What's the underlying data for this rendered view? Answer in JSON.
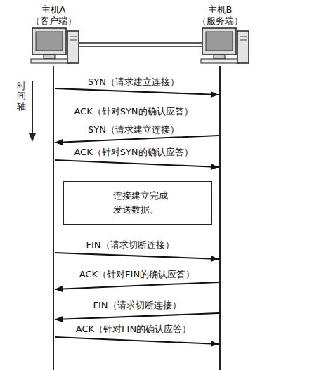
{
  "diagram": {
    "nodes": [
      {
        "text": [
          "主机A （客户端）"
        ]
      },
      {
        "text": [
          "主机B （服务端）"
        ]
      },
      {
        "text": [
          "连接建立完成 发送数据。"
        ]
      }
    ],
    "edges": [
      {
        "from": 0,
        "to": 1,
        "arrow": "to",
        "label": "SYN（请求建立连接）"
      },
      {
        "from": 1,
        "to": 0,
        "arrow": "to",
        "label": "ACK（针对SYN的确认应答）"
      },
      {
        "from": 0,
        "to": 1,
        "arrow": "to",
        "label": "ACK（针对SYN的确认应答）"
      },
      {
        "from": 0,
        "to": 1,
        "arrow": "to",
        "label": "FIN（请求切断连接）"
      },
      {
        "from": 1,
        "to": 0,
        "arrow": "to",
        "label": "ACK（针对FIN的确认应答）"
      },
      {
        "from": 1,
        "to": 0,
        "arrow": "to",
        "label": "FIN（请求切断连接）"
      },
      {
        "from": 0,
        "to": 1,
        "arrow": "to",
        "label": "ACK（针对FIN的确认应答）"
      }
    ],
    "labels": [
      "时间轴",
      "SYN（请求建立连接）"
    ]
  }
}
